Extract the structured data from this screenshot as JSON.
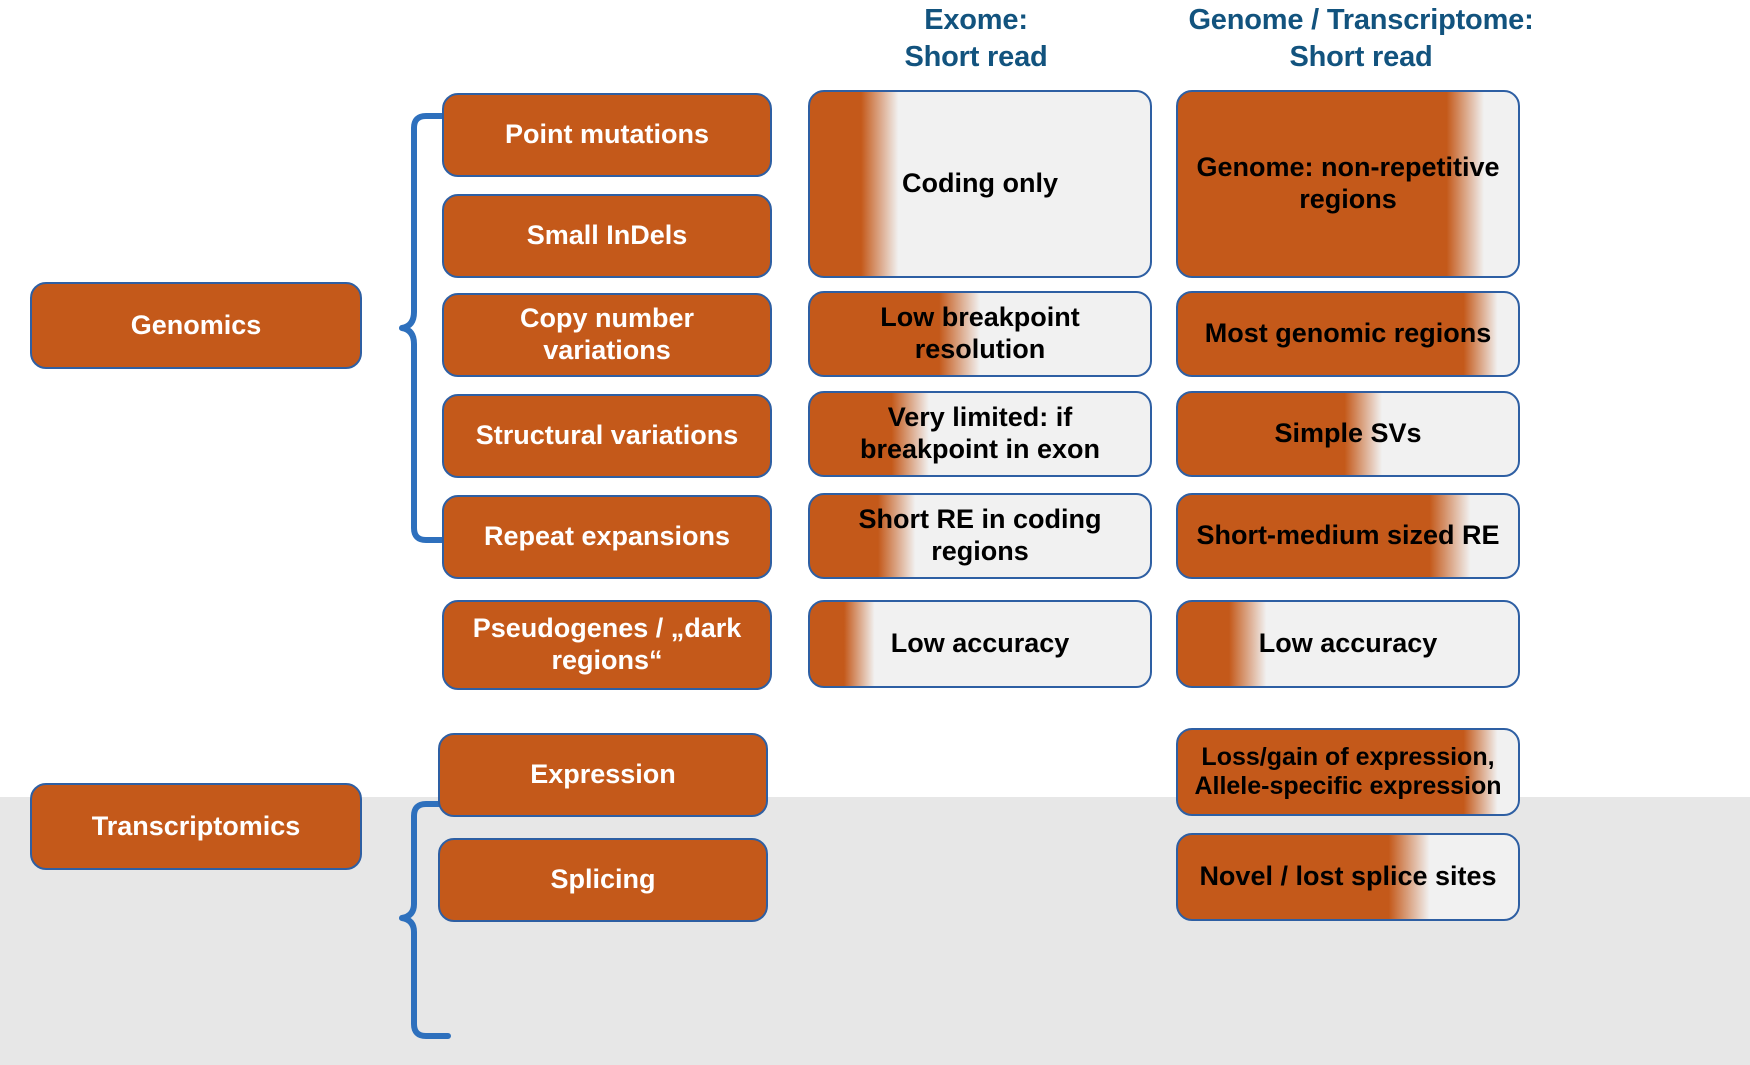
{
  "colors": {
    "orange": "#c4591a",
    "border_blue": "#2e5fa3",
    "header_blue": "#12537e",
    "band_grey": "#e7e7e7",
    "cell_grey": "#f1f1f1",
    "text_white": "#ffffff",
    "text_black": "#000000"
  },
  "headers": {
    "col1": "",
    "col2_line1": "Exome:",
    "col2_line2": "Short read",
    "col3_line1": "Genome / Transcriptome:",
    "col3_line2": "Short read"
  },
  "categories": {
    "genomics": "Genomics",
    "transcriptomics": "Transcriptomics"
  },
  "rows": {
    "point_mutations": {
      "feature": "Point mutations",
      "exome": "Coding only",
      "genome": "Genome: non-repetitive regions"
    },
    "small_indels": {
      "feature": "Small InDels",
      "exome": "Coding only",
      "genome": "Genome: non-repetitive regions"
    },
    "copy_number_variations": {
      "feature": "Copy number variations",
      "exome": "Low breakpoint resolution",
      "genome": "Most genomic regions"
    },
    "structural_variations": {
      "feature": "Structural variations",
      "exome": "Very limited: if breakpoint in exon",
      "genome": "Simple SVs"
    },
    "repeat_expansions": {
      "feature": "Repeat expansions",
      "exome": "Short RE in coding regions",
      "genome": "Short-medium sized RE"
    },
    "pseudogenes": {
      "feature": "Pseudogenes / „dark regions“",
      "exome": "Low accuracy",
      "genome": "Low accuracy"
    },
    "expression": {
      "feature": "Expression",
      "exome": "",
      "genome": "Loss/gain of expression, Allele-specific expression"
    },
    "splicing": {
      "feature": "Splicing",
      "exome": "",
      "genome": "Novel / lost splice sites"
    }
  }
}
